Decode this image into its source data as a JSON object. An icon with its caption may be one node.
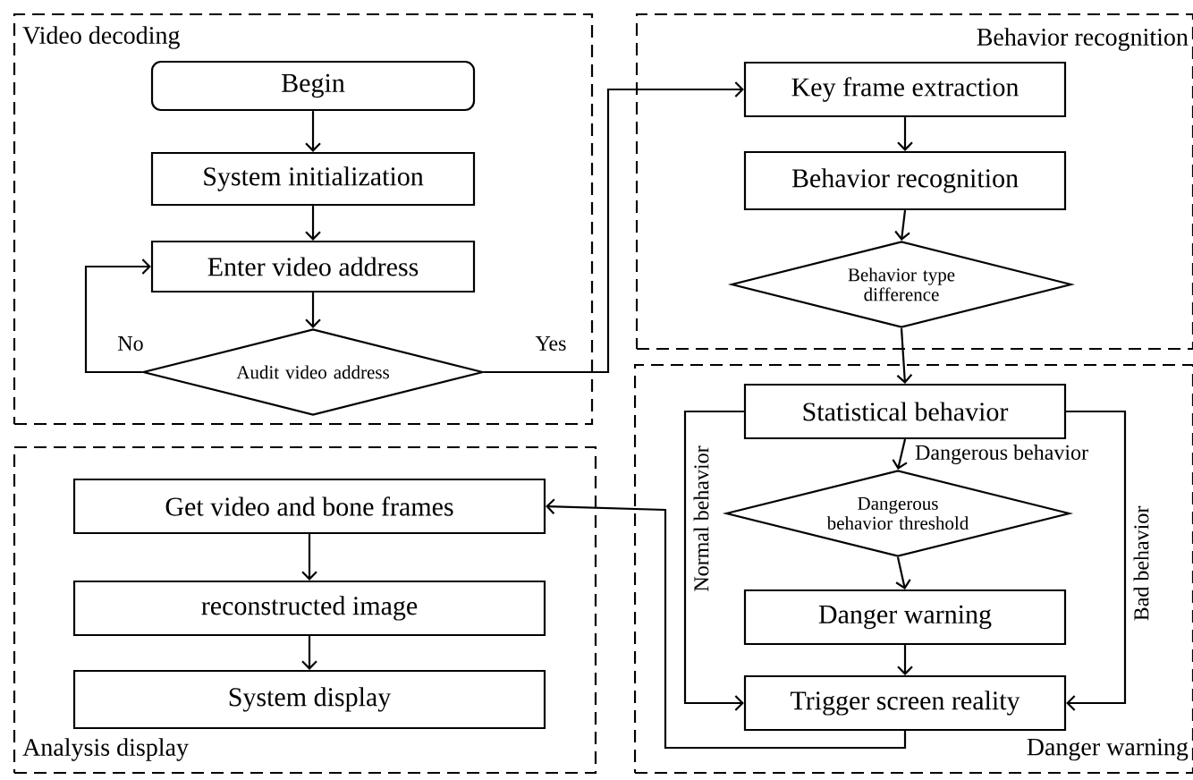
{
  "diagram": {
    "nodes": [
      {
        "text": [
          "Video decoding"
        ]
      },
      {
        "text": [
          "Begin"
        ],
        "in": 0
      },
      {
        "text": [
          "System initialization"
        ],
        "in": 0
      },
      {
        "text": [
          "Enter video address"
        ],
        "in": 0
      },
      {
        "text": [
          "Audit video address"
        ],
        "in": 0
      },
      {
        "text": [
          "Behavior recognition"
        ]
      },
      {
        "text": [
          "Key frame extraction"
        ],
        "in": 5
      },
      {
        "text": [
          "Behavior recognition"
        ],
        "in": 5
      },
      {
        "text": [
          "Behavior type difference"
        ],
        "in": 5
      },
      {
        "text": [
          "Danger warning"
        ]
      },
      {
        "text": [
          "Statistical behavior"
        ],
        "in": 9
      },
      {
        "text": [
          "Dangerous behavior threshold"
        ],
        "in": 9
      },
      {
        "text": [
          "Danger warning"
        ],
        "in": 9
      },
      {
        "text": [
          "Trigger screen reality"
        ],
        "in": 9
      },
      {
        "text": [
          "Analysis display"
        ]
      },
      {
        "text": [
          "Get video and bone frames"
        ],
        "in": 14
      },
      {
        "text": [
          "reconstructed image"
        ],
        "in": 14
      },
      {
        "text": [
          "System display"
        ],
        "in": 14
      }
    ],
    "edges": [
      {
        "from": 1,
        "to": 2,
        "arrow": "to"
      },
      {
        "from": 2,
        "to": 3,
        "arrow": "to"
      },
      {
        "from": 3,
        "to": 4,
        "arrow": "to"
      },
      {
        "from": 4,
        "to": 3,
        "arrow": "to",
        "label": "No"
      },
      {
        "from": 4,
        "to": 6,
        "arrow": "to",
        "label": "Yes"
      },
      {
        "from": 6,
        "to": 7,
        "arrow": "to"
      },
      {
        "from": 7,
        "to": 8,
        "arrow": "to"
      },
      {
        "from": 8,
        "to": 10,
        "arrow": "to"
      },
      {
        "from": 10,
        "to": 11,
        "arrow": "to",
        "label": "Dangerous behavior"
      },
      {
        "from": 11,
        "to": 12,
        "arrow": "to"
      },
      {
        "from": 12,
        "to": 13,
        "arrow": "to"
      },
      {
        "from": 10,
        "to": 13,
        "arrow": "to",
        "label": "Normal behavior"
      },
      {
        "from": 10,
        "to": 13,
        "arrow": "to",
        "label": "Bad behavior"
      },
      {
        "from": 13,
        "to": 15,
        "arrow": "to"
      },
      {
        "from": 15,
        "to": 16,
        "arrow": "to"
      },
      {
        "from": 16,
        "to": 17,
        "arrow": "to"
      }
    ]
  }
}
